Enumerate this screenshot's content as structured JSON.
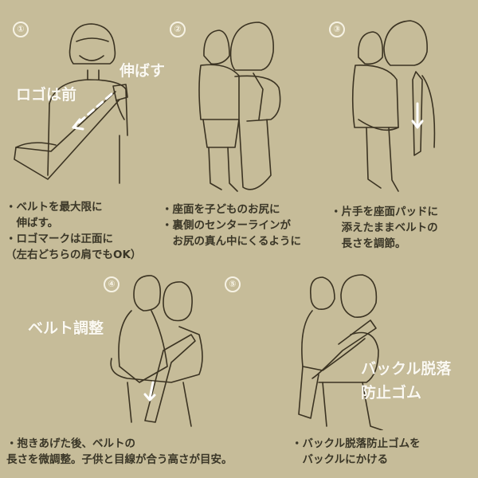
{
  "steps": [
    {
      "number": "①",
      "overlays": [
        "伸ばす",
        "ロゴは前"
      ],
      "caption_lines": [
        "・ベルトを最大限に",
        "　伸ばす。",
        "・ロゴマークは正面に",
        "（左右どちらの肩でもOK）"
      ]
    },
    {
      "number": "②",
      "overlays": [],
      "caption_lines": [
        "・座面を子どものお尻に",
        "・裏側のセンターラインが",
        "　お尻の真ん中にくるように"
      ]
    },
    {
      "number": "③",
      "overlays": [],
      "caption_lines": [
        "・片手を座面パッドに",
        "　添えたままベルトの",
        "　長さを調節。"
      ]
    },
    {
      "number": "④",
      "overlays": [
        "ベルト調整"
      ],
      "caption_lines": [
        "・抱きあげた後、ベルトの",
        "長さを微調整。子供と目線が合う高さが目安。"
      ]
    },
    {
      "number": "⑤",
      "overlays": [
        "バックル脱落",
        "防止ゴム"
      ],
      "caption_lines": [
        "・バックル脱落防止ゴムを",
        "　バックルにかける"
      ]
    }
  ],
  "colors": {
    "background": "#c6bc99",
    "overlay_text": "#fbf9f2",
    "caption_text": "#3a3627",
    "line_art": "#3b3322"
  }
}
